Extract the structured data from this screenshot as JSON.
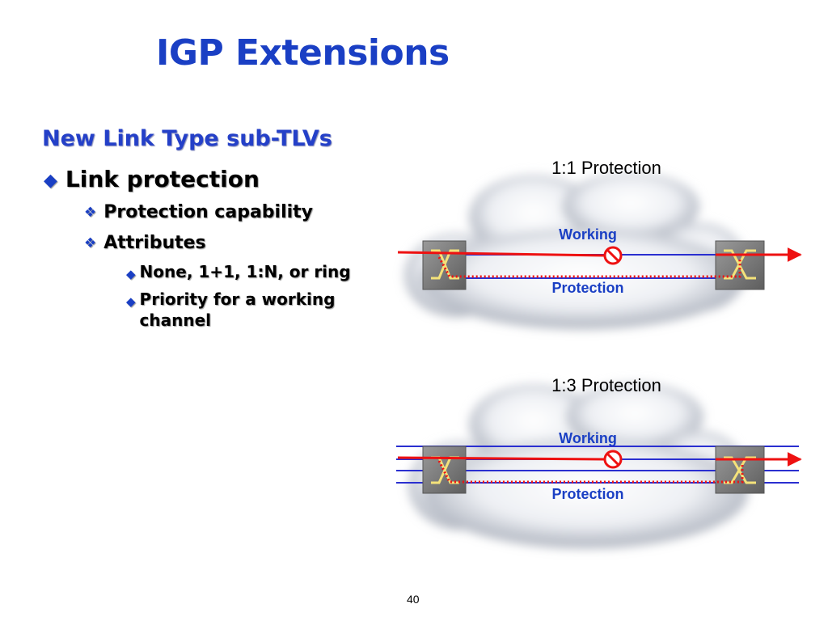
{
  "slide": {
    "title": "IGP Extensions",
    "subtitle": "New Link Type sub-TLVs",
    "bullets": {
      "l1": "Link protection",
      "l2a": "Protection capability",
      "l2b": "Attributes",
      "l3a": "None, 1+1, 1:N, or ring",
      "l3b_line1": "Priority for a working",
      "l3b_line2": "channel"
    },
    "page_number": "40"
  },
  "diagram_top": {
    "heading": "1:1 Protection",
    "working_label": "Working",
    "protection_label": "Protection"
  },
  "diagram_bottom": {
    "heading": "1:3 Protection",
    "working_label": "Working",
    "protection_label": "Protection"
  },
  "colors": {
    "title_blue": "#1a3fc4",
    "signal_red": "#ee1111",
    "link_blue": "#2a2fd0",
    "switch_yellow": "#f4e27a"
  }
}
